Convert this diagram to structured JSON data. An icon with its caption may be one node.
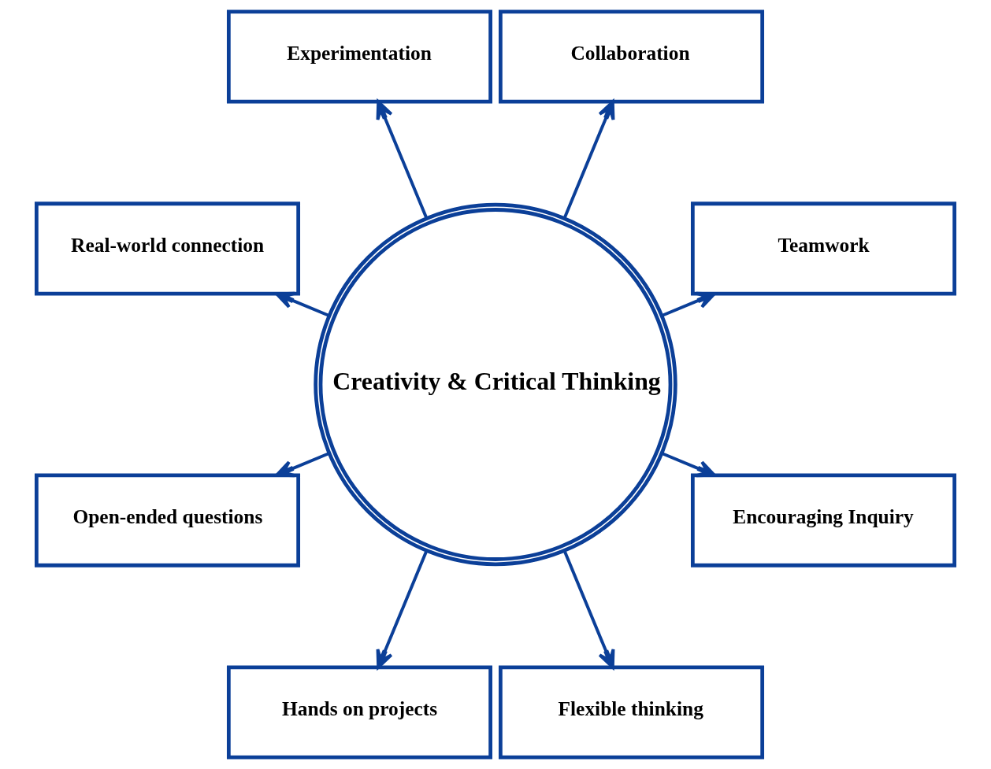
{
  "diagram": {
    "nodes": [
      {
        "text": [
          "Creativity & Critical Thinking"
        ]
      },
      {
        "text": [
          "Teamwork"
        ]
      },
      {
        "text": [
          "Collaboration"
        ]
      },
      {
        "text": [
          "Experimentation"
        ]
      },
      {
        "text": [
          "Real-world connection"
        ]
      },
      {
        "text": [
          "Open-ended questions"
        ]
      },
      {
        "text": [
          "Hands on projects"
        ]
      },
      {
        "text": [
          "Flexible thinking"
        ]
      },
      {
        "text": [
          "Encouraging Inquiry"
        ]
      }
    ],
    "edges": [
      {
        "from": 0,
        "to": 1,
        "arrow": "to"
      },
      {
        "from": 0,
        "to": 2,
        "arrow": "to"
      },
      {
        "from": 0,
        "to": 3,
        "arrow": "to"
      },
      {
        "from": 0,
        "to": 4,
        "arrow": "to"
      },
      {
        "from": 0,
        "to": 5,
        "arrow": "to"
      },
      {
        "from": 0,
        "to": 6,
        "arrow": "to"
      },
      {
        "from": 0,
        "to": 7,
        "arrow": "to"
      },
      {
        "from": 0,
        "to": 8,
        "arrow": "to"
      }
    ]
  }
}
